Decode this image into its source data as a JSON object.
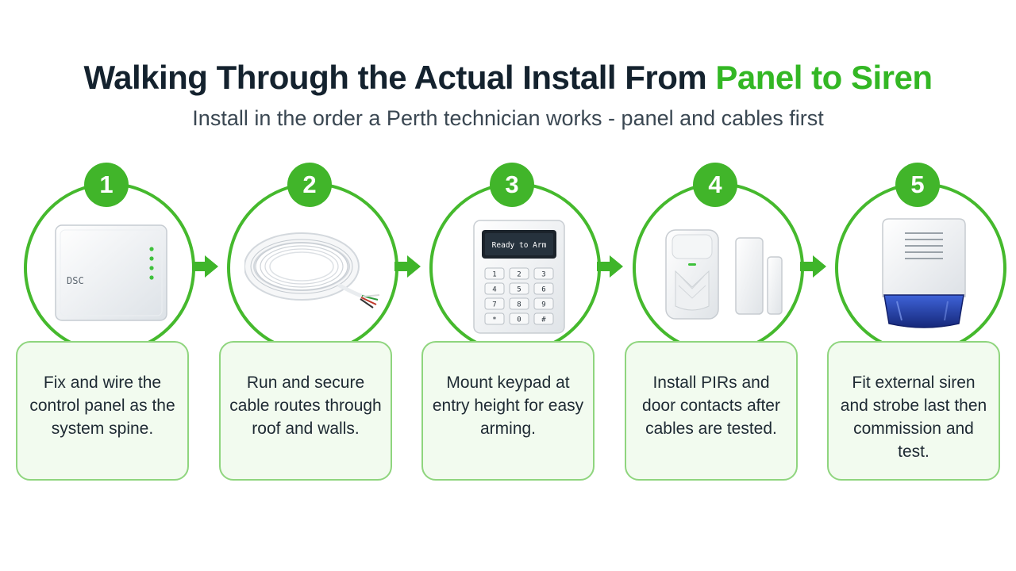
{
  "header": {
    "title_prefix": "Walking Through the Actual Install From ",
    "title_accent": "Panel to Siren",
    "subtitle": "Install in the order a Perth technician works - panel and cables first"
  },
  "colors": {
    "accent": "#33b724",
    "ring": "#45b92d",
    "card_fill": "#f2fbef",
    "card_border": "#8fd57e",
    "siren_blue": "#1d3ca8"
  },
  "steps": [
    {
      "number": "1",
      "icon": "control-panel-icon",
      "brand": "DSC",
      "text": "Fix and wire the control panel as the system spine."
    },
    {
      "number": "2",
      "icon": "cable-coil-icon",
      "text": "Run and secure cable routes through roof and walls."
    },
    {
      "number": "3",
      "icon": "keypad-icon",
      "display": "Ready to Arm",
      "keys": [
        "1",
        "2",
        "3",
        "4",
        "5",
        "6",
        "7",
        "8",
        "9",
        "*",
        "0",
        "#"
      ],
      "text": "Mount keypad at entry height for easy arming."
    },
    {
      "number": "4",
      "icon": "pir-sensor-icon",
      "text": "Install PIRs and door contacts after cables are tested."
    },
    {
      "number": "5",
      "icon": "siren-icon",
      "text": "Fit external siren and strobe last then commission and test."
    }
  ]
}
